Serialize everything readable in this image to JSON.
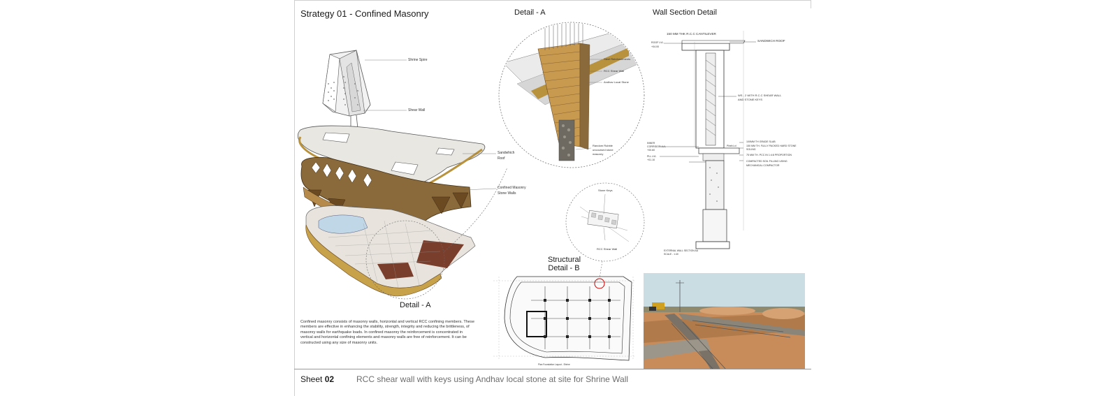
{
  "titles": {
    "main": "Strategy 01 - Confined Masonry",
    "detail_a": "Detail - A",
    "wall_section": "Wall Section Detail",
    "structural_b": "Structural Detail - B",
    "detail_a_callout": "Detail - A"
  },
  "axo_labels": {
    "spire": "Shrine Spire",
    "shear": "Shear Wall",
    "roof_1": "Sandwhich",
    "roof_2": "Roof",
    "walls_1": "Confined Masonry",
    "walls_2": "Stone Walls"
  },
  "detail_a_labels": {
    "steel": "Steel Reinforcements",
    "rcc": "RCC Shear Wall",
    "stone": "Andhav Local Stone",
    "rubble_1": "Random Rubble",
    "rubble_2": "uncoursed stone",
    "rubble_3": "masonry"
  },
  "detail_b_labels": {
    "keys": "Stone Keys",
    "rcc": "RCC Shear Wall"
  },
  "wall_section_labels": {
    "cantilever": "150 MM THK R.C.C CANTILEVER",
    "sandwich": "SANDWICH ROOF",
    "roof_lvl_1": "ROOF LVL",
    "roof_lvl_2": "+04.00",
    "ws1": "WS - 2 WITH R.C.C SHEAR WALL",
    "ws2": "AND STONE KEYS",
    "inner_1": "INNER",
    "inner_2": "CORRIDOR LVL",
    "inner_3": "+00.60",
    "plinth_1": "PLL LVL",
    "plinth_2": "+01.10",
    "n1": "100MM TH GRADE SLAB",
    "n2": "150 MM TH. FULLY PACKED HARD STONE",
    "n3": "SOLING",
    "n4": "75 MM TH. PCC IN 1:4:8 PROPORTION",
    "n5": "COMPACTED SOIL FILLING USING",
    "n6": "MECHANICAL COMPACTOR",
    "plinth_tag": "Plinth Lvl",
    "foot_1": "EXTERNAL WALL SECTION AA",
    "foot_2": "SCALE - 1:40"
  },
  "plan_caption": "Plan Foundation Layout - Shrine",
  "description": "Confined masonry consists of masonry walls, horizontal and vertical RCC confining members. These members are effective in enhancing the stability, strength, integrity and reducing the brittleness, of masonry walls for earthquake loads. In confined masonry the reinforcement is concentrated in vertical and horizontal confining elements and masonry walls are free of reinforcement. It can be constructed using any  size of masonry units.",
  "footer": {
    "sheet_label": "Sheet",
    "sheet_no": "02",
    "caption": "RCC shear wall with keys using Andhav local stone at site for Shrine Wall"
  },
  "colors": {
    "stone": "#b58a4a",
    "stone_dark": "#6b4a22",
    "roof": "#e8e6e0",
    "brick": "#7a3e2c",
    "sky": "#c9dde3",
    "soil": "#c88c5a"
  }
}
